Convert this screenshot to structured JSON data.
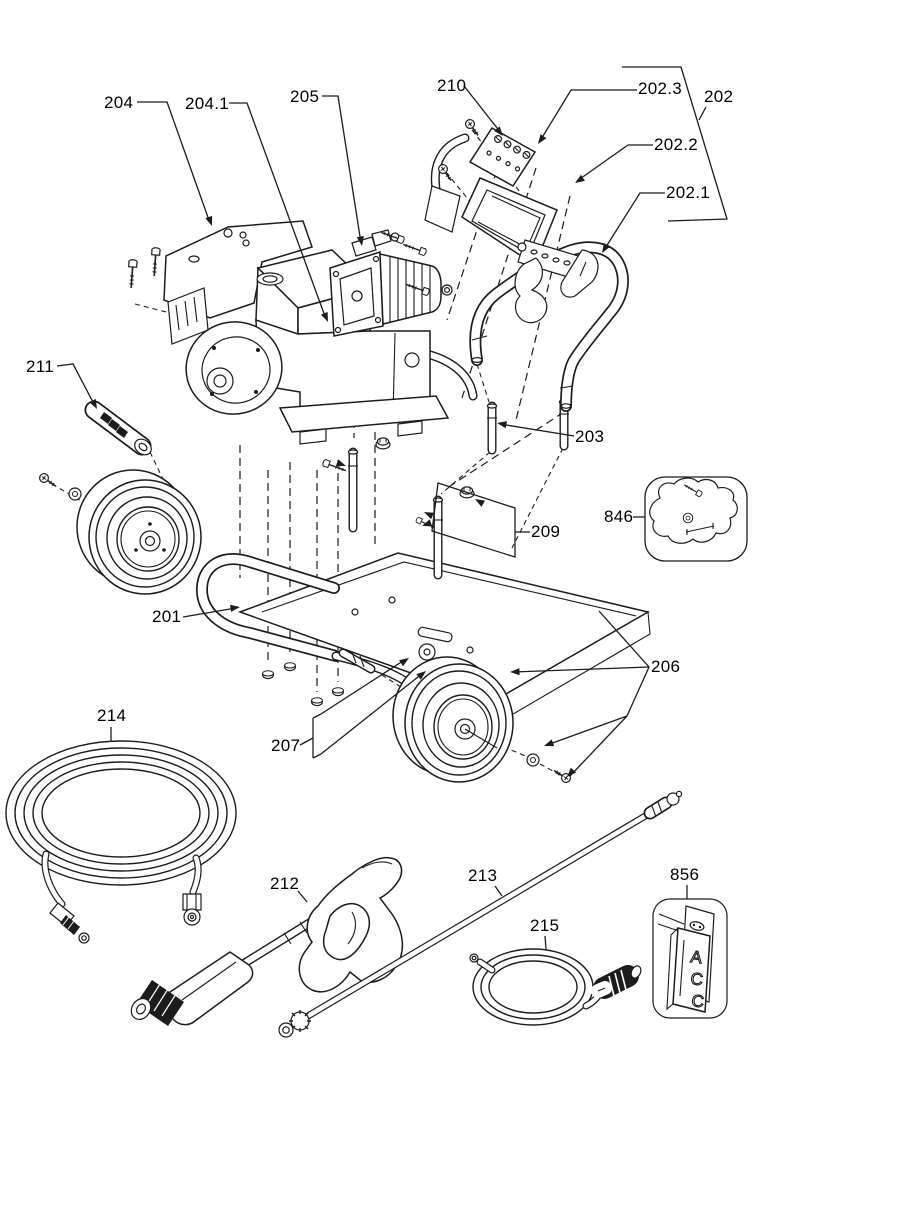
{
  "diagram": {
    "kind": "exploded-parts-diagram",
    "background_color": "#ffffff",
    "line_color": "#1c1c1c",
    "text_color": "#000000"
  },
  "callouts": {
    "c201": "201",
    "c202": "202",
    "c202_1": "202.1",
    "c202_2": "202.2",
    "c202_3": "202.3",
    "c203": "203",
    "c204": "204",
    "c204_1": "204.1",
    "c205": "205",
    "c206": "206",
    "c207": "207",
    "c209": "209",
    "c210": "210",
    "c211": "211",
    "c212": "212",
    "c213": "213",
    "c214": "214",
    "c215": "215",
    "c846": "846",
    "c856": "856"
  },
  "acc_panel": {
    "letters": [
      "A",
      "C",
      "C"
    ]
  }
}
